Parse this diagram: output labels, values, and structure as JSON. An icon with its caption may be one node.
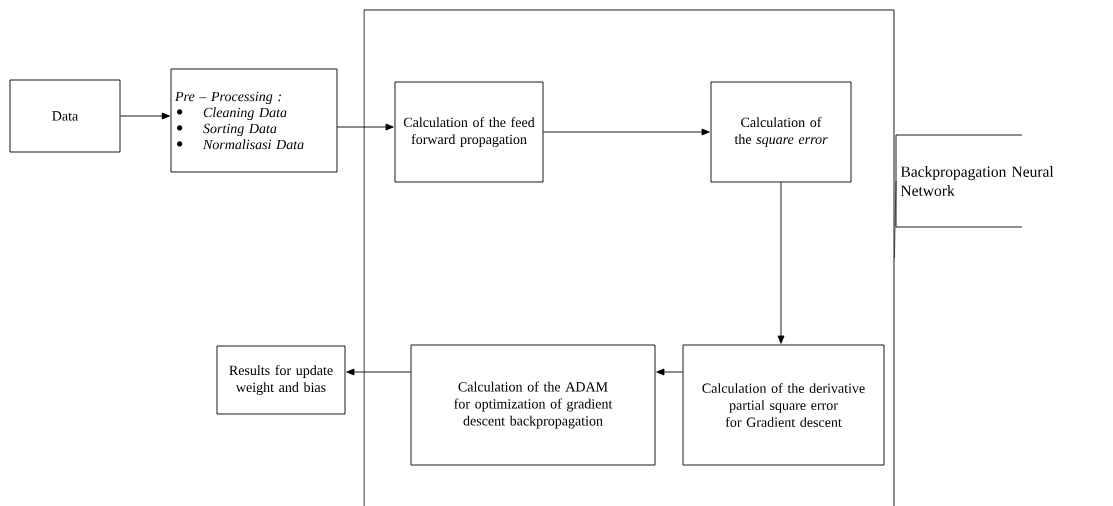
{
  "diagram": {
    "nodes": [
      {
        "text": [
          "Data"
        ]
      },
      {
        "text": [
          "Pre – Processing :",
          "Cleaning Data",
          "Sorting Data",
          "Normalisasi Data"
        ]
      },
      {
        "text": [],
        "shape": "box"
      },
      {
        "text": [
          "Calculation of the feed forward propagation"
        ],
        "in": 2
      },
      {
        "text": [
          "Calculation of the *square error*"
        ],
        "in": 2
      },
      {
        "text": [
          "Calculation of the derivative partial square error for Gradient descent"
        ],
        "in": 2
      },
      {
        "text": [
          "Calculation of the ADAM for optimization of gradient descent backpropagation"
        ],
        "in": 2
      },
      {
        "text": [
          "Results for update weight and bias"
        ]
      },
      {
        "text": [
          "Backpropagation Neural Network"
        ]
      }
    ],
    "edges": [
      {
        "from": 0,
        "to": 1,
        "arrow": "to"
      },
      {
        "from": 1,
        "to": 3,
        "arrow": "to"
      },
      {
        "from": 3,
        "to": 4,
        "arrow": "to"
      },
      {
        "from": 4,
        "to": 5,
        "arrow": "to"
      },
      {
        "from": 5,
        "to": 6,
        "arrow": "to"
      },
      {
        "from": 6,
        "to": 7,
        "arrow": "to"
      },
      {
        "from": 8,
        "to": 2,
        "arrow": "none"
      }
    ]
  }
}
